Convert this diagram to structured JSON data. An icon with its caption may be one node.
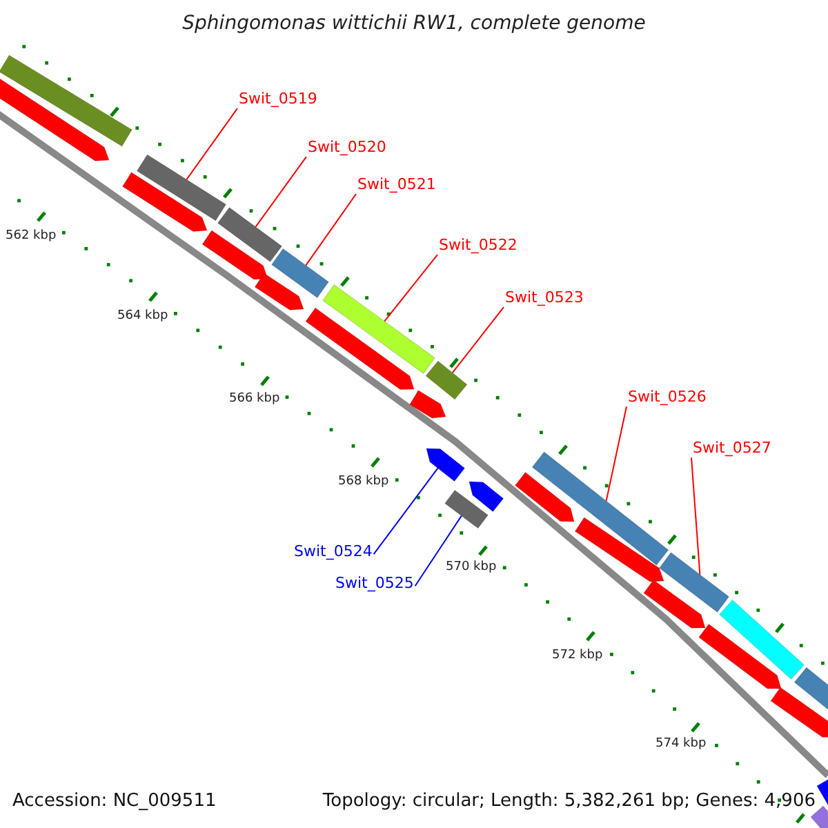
{
  "diagram": {
    "title": "Sphingomonas wittichii RW1, complete genome",
    "nodes": [
      {
        "text": [
          "Swit_0519"
        ]
      },
      {
        "text": [
          "Swit_0520"
        ]
      },
      {
        "text": [
          "Swit_0521"
        ]
      },
      {
        "text": [
          "Swit_0522"
        ]
      },
      {
        "text": [
          "Swit_0523"
        ]
      },
      {
        "text": [
          "Swit_0524"
        ]
      },
      {
        "text": [
          "Swit_0525"
        ]
      },
      {
        "text": [
          "Swit_0526"
        ]
      },
      {
        "text": [
          "Swit_0527"
        ]
      },
      {
        "text": [],
        "shape": "bar"
      },
      {
        "text": [],
        "shape": "bar"
      },
      {
        "text": [],
        "shape": "bar"
      },
      {
        "text": [],
        "shape": "bar"
      },
      {
        "text": [],
        "shape": "bar"
      },
      {
        "text": [],
        "shape": "bar"
      },
      {
        "text": [],
        "shape": "bar"
      },
      {
        "text": [],
        "shape": "bar"
      },
      {
        "text": [],
        "shape": "bar"
      }
    ],
    "edges": [
      {
        "from": 0,
        "to": 9,
        "arrow": "none"
      },
      {
        "from": 1,
        "to": 10,
        "arrow": "none"
      },
      {
        "from": 2,
        "to": 11,
        "arrow": "none"
      },
      {
        "from": 3,
        "to": 12,
        "arrow": "none"
      },
      {
        "from": 4,
        "to": 13,
        "arrow": "none"
      },
      {
        "from": 5,
        "to": 14,
        "arrow": "none",
        "color": "#0000ff"
      },
      {
        "from": 6,
        "to": 15,
        "arrow": "none",
        "color": "#0000ff"
      },
      {
        "from": 7,
        "to": 16,
        "arrow": "none"
      },
      {
        "from": 8,
        "to": 17,
        "arrow": "none"
      }
    ],
    "labels": [
      "562 kbp",
      "564 kbp",
      "566 kbp",
      "568 kbp",
      "570 kbp",
      "572 kbp",
      "574 kbp",
      "Accession: NC_009511",
      "Topology: circular; Length: 5,382,261 bp; Genes: 4,906"
    ]
  }
}
